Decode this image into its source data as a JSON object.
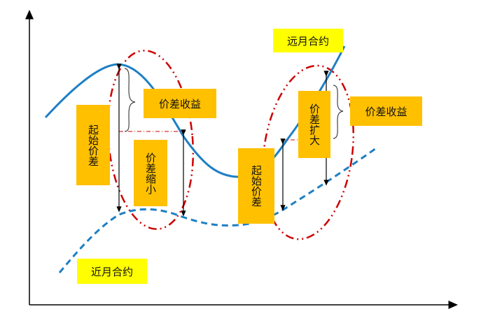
{
  "labels": {
    "far_contract": "远月合约",
    "near_contract": "近月合约",
    "spread_gain_left": "价差收益",
    "spread_gain_right": "价差收益",
    "start_spread_left": "起始价差",
    "start_spread_right": "起始价差",
    "spread_narrow": "价差缩小",
    "spread_widen": "价差扩大"
  },
  "colors": {
    "far_curve": "#1e7fc4",
    "near_curve": "#1e7fc4",
    "ellipse": "#cc0000",
    "label_yellow": "#ffff00",
    "label_orange": "#ffc000",
    "axis": "#000000"
  }
}
